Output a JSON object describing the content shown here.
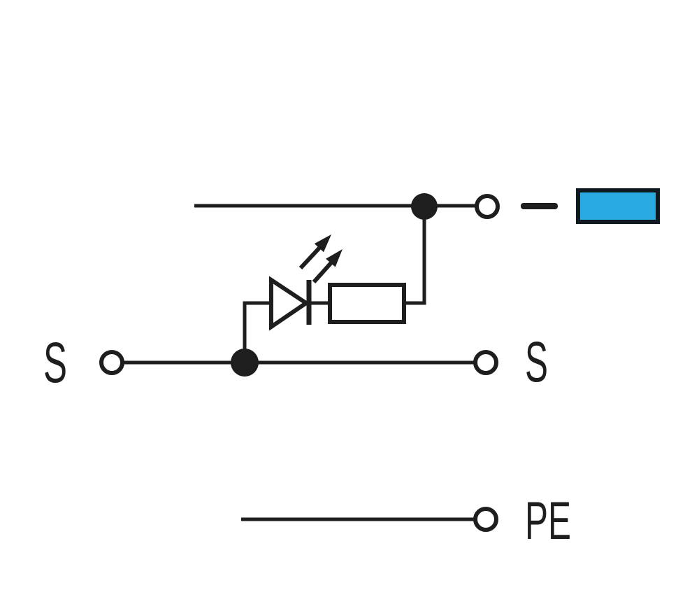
{
  "diagram": {
    "kind": "terminal-block-wiring-schematic",
    "background_color": "#ffffff",
    "line_color": "#1e1e1e",
    "labels": {
      "s_left": "S",
      "s_right": "S",
      "pe": "PE",
      "polarity_minus": "−"
    },
    "marker": {
      "name": "blue-group-marker",
      "fill": "#29abe2",
      "border": "#101820"
    },
    "symbols": [
      "led-indicator-icon",
      "resistor-icon",
      "junction-dot-icon",
      "open-terminal-contact-icon",
      "minus-polarity-icon"
    ]
  }
}
